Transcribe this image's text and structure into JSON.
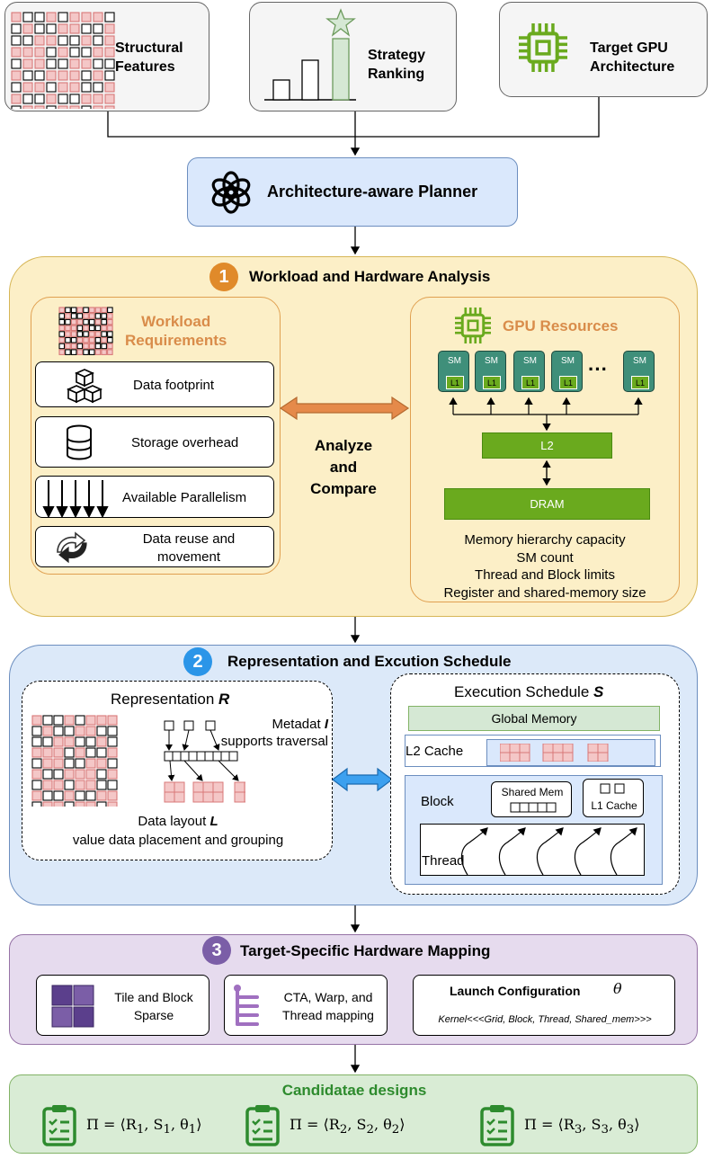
{
  "inputs": {
    "structural_features": "Structural\nFeatures",
    "strategy_ranking": "Strategy\nRanking",
    "target_gpu": "Target GPU\nArchitecture"
  },
  "planner": {
    "label": "Architecture-aware Planner",
    "icon": "openai-logo-icon"
  },
  "stage1": {
    "number": "1",
    "title": "Workload and Hardware Analysis",
    "color": "#e08a2a",
    "workload": {
      "title": "Workload\nRequirements",
      "title_color": "#d98c4a",
      "items": [
        {
          "label": "Data footprint",
          "icon": "cubes-icon"
        },
        {
          "label": "Storage overhead",
          "icon": "database-icon"
        },
        {
          "label": "Available Parallelism",
          "icon": "parallel-arrows-icon"
        },
        {
          "label": "Data reuse and\nmovement",
          "icon": "recycle-arrows-icon"
        }
      ]
    },
    "analyze": "Analyze\nand\nCompare",
    "gpu": {
      "title": "GPU Resources",
      "title_color": "#d98c4a",
      "sm_label": "SM",
      "l1_label": "L1",
      "ellipsis": "···",
      "l2_label": "L2",
      "dram_label": "DRAM",
      "notes": [
        "Memory hierarchy capacity",
        "SM count",
        "Thread and Block limits",
        "Register and shared-memory size"
      ]
    }
  },
  "stage2": {
    "number": "2",
    "title": "Representation and Excution Schedule",
    "color": "#2b95e8",
    "representation": {
      "title": "Representation ",
      "title_symbol": "R",
      "metadata": "Metadat ",
      "metadata_symbol": "I",
      "metadata_line2": "supports traversal",
      "layout": "Data layout ",
      "layout_symbol": "L",
      "layout_line2": "value data placement and grouping"
    },
    "schedule": {
      "title": "Execution Schedule ",
      "title_symbol": "S",
      "global_memory": "Global Memory",
      "l2_cache": "L2 Cache",
      "block": "Block",
      "shared_mem": "Shared Mem",
      "l1_cache": "L1 Cache",
      "thread": "Thread"
    }
  },
  "stage3": {
    "number": "3",
    "title": "Target-Specific Hardware Mapping",
    "color": "#7b5ea7",
    "tile": "Tile and Block\nSparse",
    "cta": "CTA, Warp, and\nThread mapping",
    "launch_title": "Launch Configuration",
    "launch_symbol": "θ",
    "kernel": "Kernel<<<Grid, Block, Thread, Shared_mem>>>"
  },
  "candidates": {
    "title": "Candidatae designs",
    "title_color": "#2e8b2e",
    "items": [
      {
        "pre": "Π = ⟨R",
        "s1": "1",
        "mid1": ", S",
        "s2": "1",
        "mid2": ", θ",
        "s3": "1",
        "post": "⟩"
      },
      {
        "pre": "Π = ⟨R",
        "s1": "2",
        "mid1": ", S",
        "s2": "2",
        "mid2": ", θ",
        "s3": "2",
        "post": "⟩"
      },
      {
        "pre": "Π = ⟨R",
        "s1": "3",
        "mid1": ", S",
        "s2": "3",
        "mid2": ", θ",
        "s3": "3",
        "post": "⟩"
      }
    ]
  },
  "colors": {
    "pink": "#f4c7c7",
    "pink_border": "#d87878",
    "green": "#6aaa1e",
    "sm": "#3f8f7a",
    "stage1_bg": "#fcefc7",
    "stage2_bg": "#dce9f9",
    "stage3_bg": "#e6dbee",
    "cand_bg": "#d9ecd5"
  }
}
